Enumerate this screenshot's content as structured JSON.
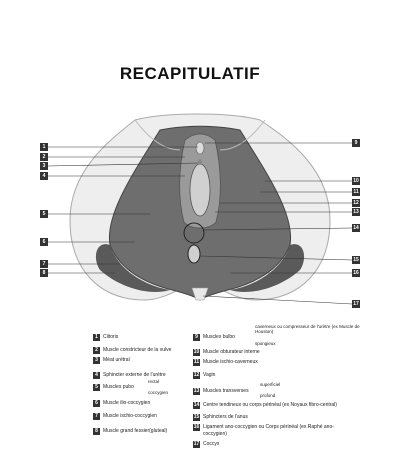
{
  "title": "RECAPITULATIF",
  "callouts_left": [
    "1",
    "2",
    "3",
    "4",
    "5",
    "6",
    "7",
    "8"
  ],
  "callouts_right": [
    "9",
    "10",
    "11",
    "12",
    "13",
    "14",
    "15",
    "16",
    "17"
  ],
  "legend_left": [
    {
      "num": "1",
      "label": "Clitoris"
    },
    {
      "num": "2",
      "label": "Muscle constricteur de la vulve"
    },
    {
      "num": "3",
      "label": "Méat urétral"
    },
    {
      "num": "4",
      "label": "Sphincter externe de l'urètre"
    },
    {
      "num": "5",
      "label": "Muscles pubo",
      "sub_top": "rectal",
      "sub_bottom": "coccygien"
    },
    {
      "num": "6",
      "label": "Muscle ilio-coccygien"
    },
    {
      "num": "7",
      "label": "Muscle ischio-coccygien"
    },
    {
      "num": "8",
      "label": "Muscle grand fessier(gluteal)"
    }
  ],
  "legend_right": [
    {
      "num": "9",
      "label": "Muscles bulbo",
      "sub_top": "caverneux ou compresseur de l'urètre (ex Muscle de Houston)",
      "sub_bottom": "spongieux"
    },
    {
      "num": "10",
      "label": "Muscle obturateur interne"
    },
    {
      "num": "11",
      "label": "Muscle ischio-caverneux"
    },
    {
      "num": "12",
      "label": "Vagin"
    },
    {
      "num": "13",
      "label": "Muscles transverses",
      "sub_top": "superficiel",
      "sub_bottom": "profond"
    },
    {
      "num": "14",
      "label": "Centre tendineux ou corps périnéal (ex Noyaux fibro-central)"
    },
    {
      "num": "15",
      "label": "Sphincters de l'anus"
    },
    {
      "num": "16",
      "label": "Ligament ano-coccygien ou Corps périnéal (ex Raphé ano-coccygien)"
    },
    {
      "num": "17",
      "label": "Coccyx"
    }
  ]
}
